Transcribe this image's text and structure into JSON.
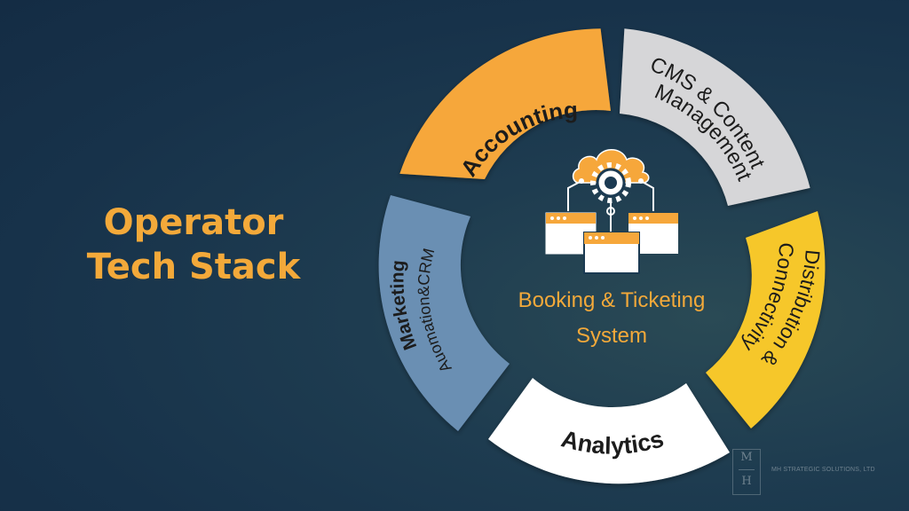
{
  "title": {
    "line1": "Operator",
    "line2": "Tech Stack"
  },
  "center": {
    "line1": "Booking & Ticketing",
    "line2": "System",
    "icon": "cloud-gear-network-icon"
  },
  "segments": {
    "accounting": {
      "label": "Accounting",
      "color": "#f6a73b"
    },
    "cms": {
      "line1": "CMS &  Content",
      "line2": "Management",
      "color": "#d6d6d8"
    },
    "distribution": {
      "line1": "Distribution &",
      "line2": "Connectivity",
      "color": "#f6c72c"
    },
    "analytics": {
      "label": "Analytics",
      "color": "#ffffff"
    },
    "marketing": {
      "line1": "Marketing",
      "line2": "Auomation&CRM",
      "color": "#6b8fb3"
    }
  },
  "logo": {
    "top": "M",
    "bottom": "H",
    "company": "MH STRATEGIC SOLUTIONS, LTD"
  },
  "colors": {
    "accent": "#f3a93a",
    "background": "#1b3a52",
    "text_dark": "#1c1c1c"
  }
}
